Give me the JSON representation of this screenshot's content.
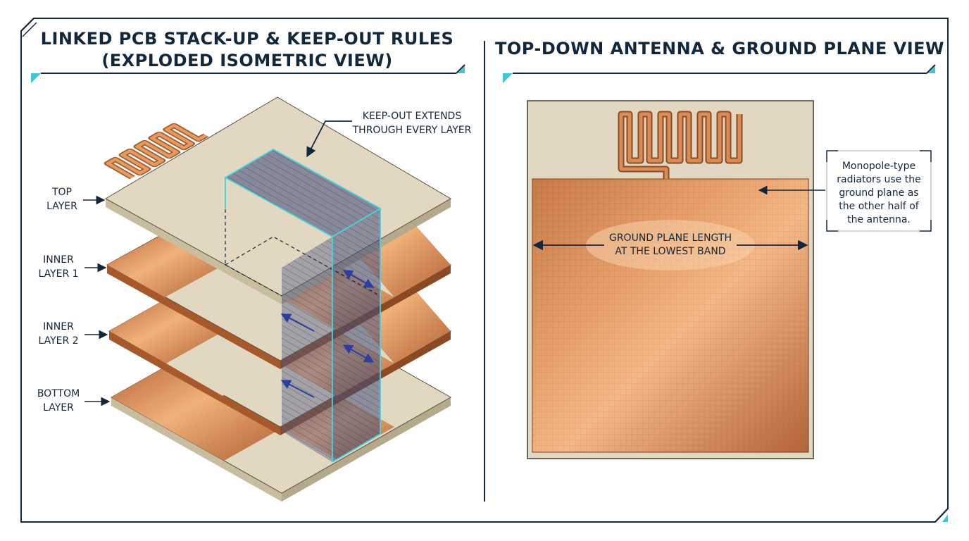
{
  "left_panel": {
    "title_line1": "LINKED PCB STACK-UP & KEEP-OUT RULES",
    "title_line2": "(EXPLODED ISOMETRIC VIEW)",
    "layers": [
      {
        "line1": "TOP",
        "line2": "LAYER"
      },
      {
        "line1": "INNER",
        "line2": "LAYER 1"
      },
      {
        "line1": "INNER",
        "line2": "LAYER 2"
      },
      {
        "line1": "BOTTOM",
        "line2": "LAYER"
      }
    ],
    "keepout_callout_line1": "KEEP-OUT EXTENDS",
    "keepout_callout_line2": "THROUGH EVERY LAYER"
  },
  "right_panel": {
    "title": "TOP-DOWN ANTENNA & GROUND PLANE VIEW",
    "ground_plane_line1": "GROUND PLANE LENGTH",
    "ground_plane_line2": "AT THE LOWEST BAND",
    "note_lines": [
      "Monopole-type",
      "radiators use the",
      "ground plane as",
      "the other half of",
      "the antenna."
    ]
  },
  "colors": {
    "frame": "#13273b",
    "accent": "#3fc6d6",
    "substrate": "#e2d7c0",
    "copper": "#c67a44",
    "keepout": "#44507a",
    "arrow_blue": "#2b3f9e"
  }
}
